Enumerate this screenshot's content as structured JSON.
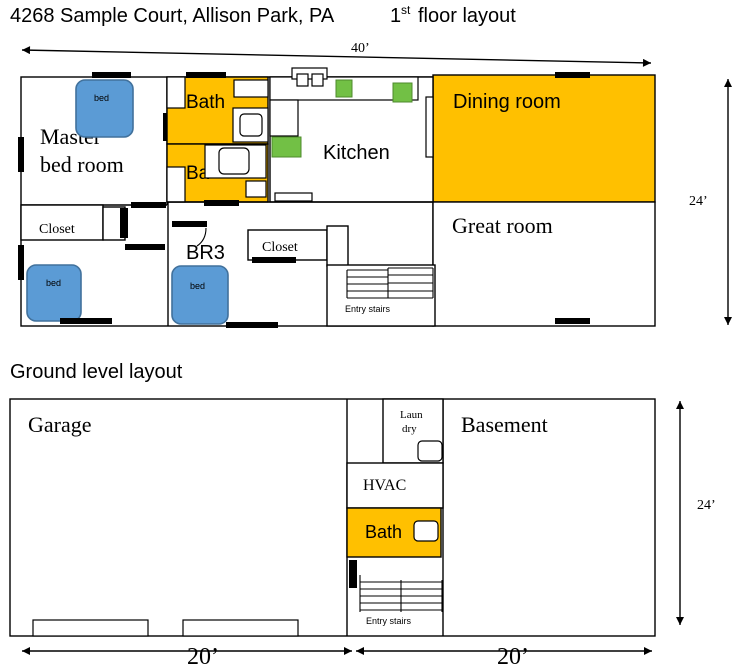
{
  "header": {
    "address": "4268 Sample Court, Allison Park, PA",
    "floor_number": "1",
    "floor_ordinal": "st",
    "floor_label": "floor layout"
  },
  "first_floor": {
    "width_label": "40’",
    "depth_label": "24’",
    "master": {
      "line1": "Master",
      "line2": "bed room",
      "bed": "bed"
    },
    "bath_upper": "Bath",
    "bath_lower": "Ba",
    "kitchen": "Kitchen",
    "dining_room": "Dining room",
    "great_room": "Great room",
    "closet_hall": "Closet",
    "bedroom_2": {
      "bed": "bed"
    },
    "br3": {
      "label": "BR3",
      "closet": "Closet",
      "bed": "bed"
    },
    "entry_stairs": "Entry stairs"
  },
  "ground_level": {
    "heading": "Ground level layout",
    "garage": "Garage",
    "laundry": {
      "line1": "Laun",
      "line2": "dry"
    },
    "hvac": "HVAC",
    "bath": "Bath",
    "basement": "Basement",
    "entry_stairs": "Entry stairs",
    "depth_label": "24’",
    "garage_width_label": "20’",
    "basement_width_label": "20’"
  },
  "colors": {
    "bath": "#FFC000",
    "dining_room": "#FFC000",
    "bed": "#5B9BD5",
    "appliance": "#72C045"
  }
}
